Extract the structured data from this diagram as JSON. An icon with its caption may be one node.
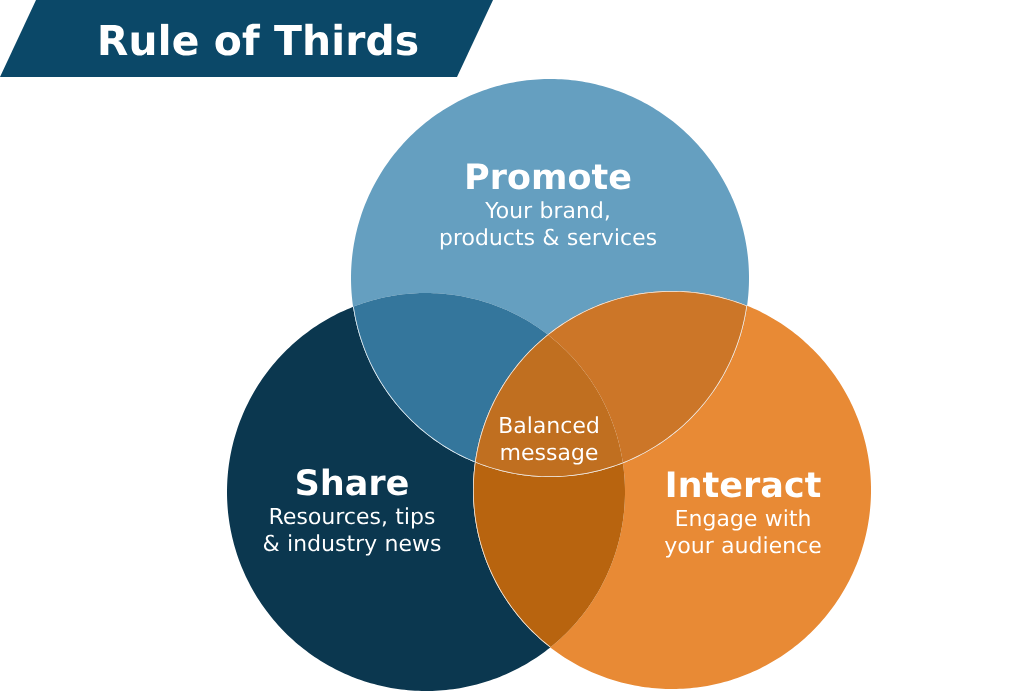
{
  "diagram": {
    "title": "Rule of Thirds",
    "nodes": [
      {
        "text": [
          "Promote",
          "Your brand, products & services"
        ]
      },
      {
        "text": [
          "Share",
          "Resources, tips & industry news"
        ]
      },
      {
        "text": [
          "Interact",
          "Engage with your audience"
        ]
      },
      {
        "text": [
          "Balanced message"
        ]
      }
    ]
  }
}
